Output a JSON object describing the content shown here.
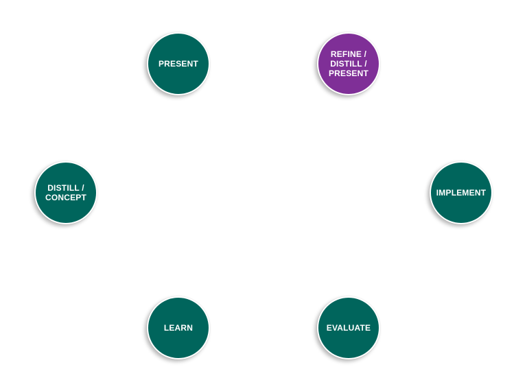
{
  "colors": {
    "teal": "#00655c",
    "purple": "#7f2f97",
    "white": "#ffffff"
  },
  "nodes": {
    "present": {
      "label": "PRESENT",
      "color": "#00655c"
    },
    "refine": {
      "label": "REFINE /\nDISTILL /\nPRESENT",
      "color": "#7f2f97"
    },
    "distill": {
      "label": "DISTILL /\nCONCEPT",
      "color": "#00655c"
    },
    "implement": {
      "label": "IMPLEMENT",
      "color": "#00655c"
    },
    "learn": {
      "label": "LEARN",
      "color": "#00655c"
    },
    "evaluate": {
      "label": "EVALUATE",
      "color": "#00655c"
    }
  }
}
